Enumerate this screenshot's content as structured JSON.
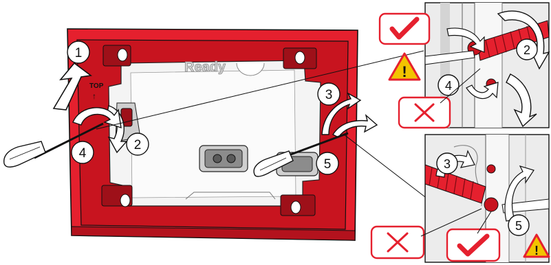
{
  "diagram": {
    "frame_label": "Ready",
    "top_marker": "TOP",
    "top_arrow": "↑",
    "steps": {
      "s1": "1",
      "s2_main": "2",
      "s3_main": "3",
      "s4_main": "4",
      "s5_main": "5",
      "s2_detail": "2",
      "s3_detail": "3",
      "s4_detail": "4",
      "s5_detail": "5"
    },
    "warning_symbol": "!",
    "icons": {
      "correct": "check-mark-icon",
      "incorrect": "cross-mark-icon",
      "warning": "warning-triangle-icon"
    },
    "colors": {
      "frame_red": "#e5202e",
      "frame_dark_red": "#b3121d",
      "outline": "#111111",
      "white": "#ffffff",
      "panel_grey": "#e6e6e6",
      "warning_yellow": "#f2c400"
    }
  }
}
